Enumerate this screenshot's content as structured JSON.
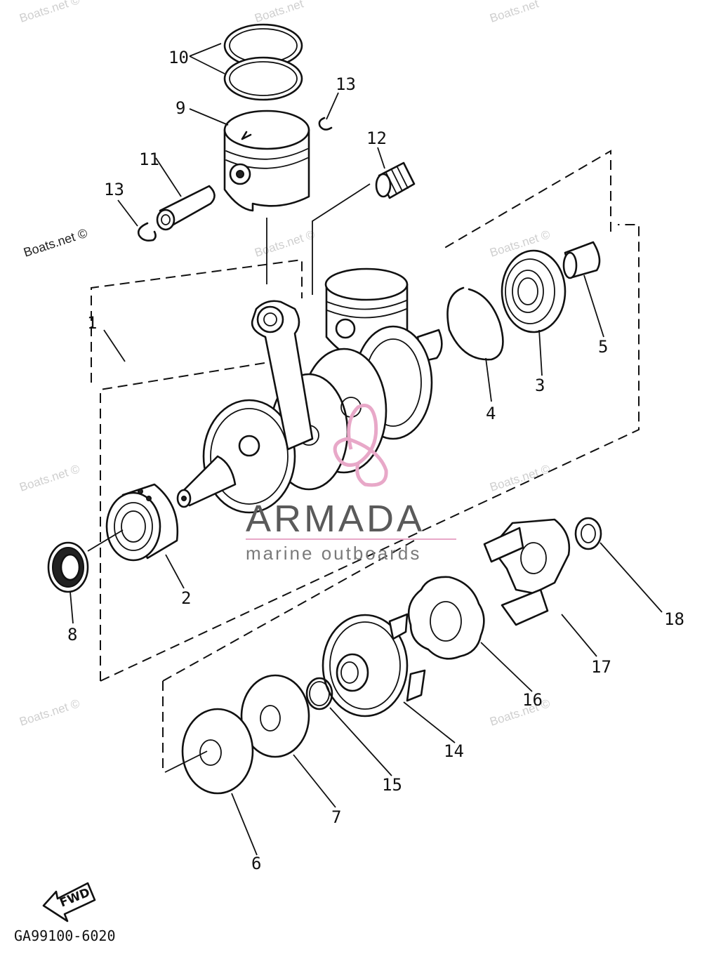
{
  "callouts": [
    {
      "id": "1",
      "label": "1"
    },
    {
      "id": "2",
      "label": "2"
    },
    {
      "id": "3",
      "label": "3"
    },
    {
      "id": "4",
      "label": "4"
    },
    {
      "id": "5",
      "label": "5"
    },
    {
      "id": "6",
      "label": "6"
    },
    {
      "id": "7",
      "label": "7"
    },
    {
      "id": "8",
      "label": "8"
    },
    {
      "id": "9",
      "label": "9"
    },
    {
      "id": "10",
      "label": "10"
    },
    {
      "id": "11",
      "label": "11"
    },
    {
      "id": "12",
      "label": "12"
    },
    {
      "id": "13a",
      "label": "13"
    },
    {
      "id": "13b",
      "label": "13"
    },
    {
      "id": "14",
      "label": "14"
    },
    {
      "id": "15",
      "label": "15"
    },
    {
      "id": "16",
      "label": "16"
    },
    {
      "id": "17",
      "label": "17"
    },
    {
      "id": "18",
      "label": "18"
    }
  ],
  "watermark_text": "Boats.net ©",
  "watermark_alt": "Boats.net",
  "brand": {
    "name": "ARMADA",
    "tagline": "marine outboards",
    "color": "#e8a8c8"
  },
  "fwd_label": "FWD",
  "diagram_code": "GA99100-6020"
}
